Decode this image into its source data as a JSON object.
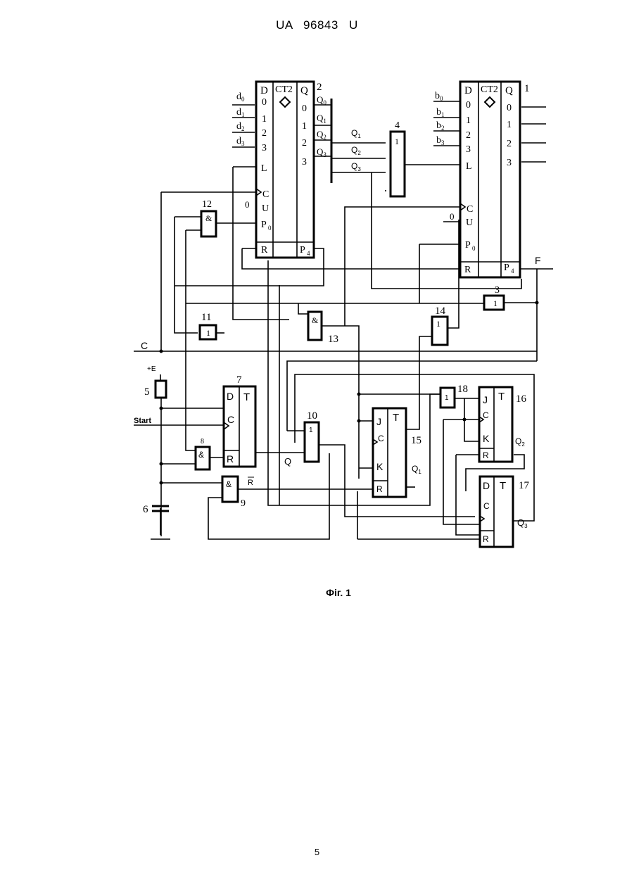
{
  "header": {
    "doc_id": "UA   96843   U"
  },
  "figure": {
    "caption": "Фіг. 1",
    "blocks": {
      "b1": {
        "num": "1",
        "ct": "CT2",
        "d": "D",
        "q": "Q",
        "inputs": [
          "0",
          "1",
          "2",
          "3"
        ],
        "outputs": [
          "0",
          "1",
          "2",
          "3"
        ],
        "l": "L",
        "c": "C",
        "u": "U",
        "p0": "P",
        "r": "R",
        "p4": "P"
      },
      "b2": {
        "num": "2",
        "ct": "CT2",
        "d": "D",
        "q": "Q",
        "inputs": [
          "0",
          "1",
          "2",
          "3"
        ],
        "outputs": [
          "0",
          "1",
          "2",
          "3"
        ],
        "l": "L",
        "c": "C",
        "u": "U",
        "p0": "P",
        "r": "R",
        "p4": "P"
      },
      "b3": {
        "num": "3",
        "sym": "1"
      },
      "b4": {
        "num": "4",
        "sym": "1"
      },
      "b5": {
        "num": "5",
        "supply": "+E"
      },
      "b6": {
        "num": "6"
      },
      "b7": {
        "num": "7",
        "d": "D",
        "c": "C",
        "r": "R",
        "t": "T"
      },
      "b8": {
        "num": "8",
        "sym": "&"
      },
      "b9": {
        "num": "9",
        "sym": "&"
      },
      "b10": {
        "num": "10",
        "sym": "1"
      },
      "b11": {
        "num": "11",
        "sym": "1"
      },
      "b12": {
        "num": "12",
        "sym": "&"
      },
      "b13": {
        "num": "13",
        "sym": "&"
      },
      "b14": {
        "num": "14",
        "sym": "1"
      },
      "b15": {
        "num": "15",
        "j": "J",
        "c": "C",
        "k": "K",
        "r": "R",
        "t": "T"
      },
      "b16": {
        "num": "16",
        "j": "J",
        "c": "C",
        "k": "K",
        "r": "R",
        "t": "T"
      },
      "b17": {
        "num": "17",
        "d": "D",
        "c": "C",
        "r": "R",
        "t": "T"
      },
      "b18": {
        "num": "18",
        "sym": "1"
      }
    },
    "signals": {
      "d": "d",
      "b": "b",
      "Q": "Q",
      "sub": [
        "0",
        "1",
        "2",
        "3",
        "4"
      ],
      "C": "C",
      "F": "F",
      "start": "Start",
      "zero": "0",
      "Qbar": "Q",
      "Rbar": "R"
    }
  }
}
